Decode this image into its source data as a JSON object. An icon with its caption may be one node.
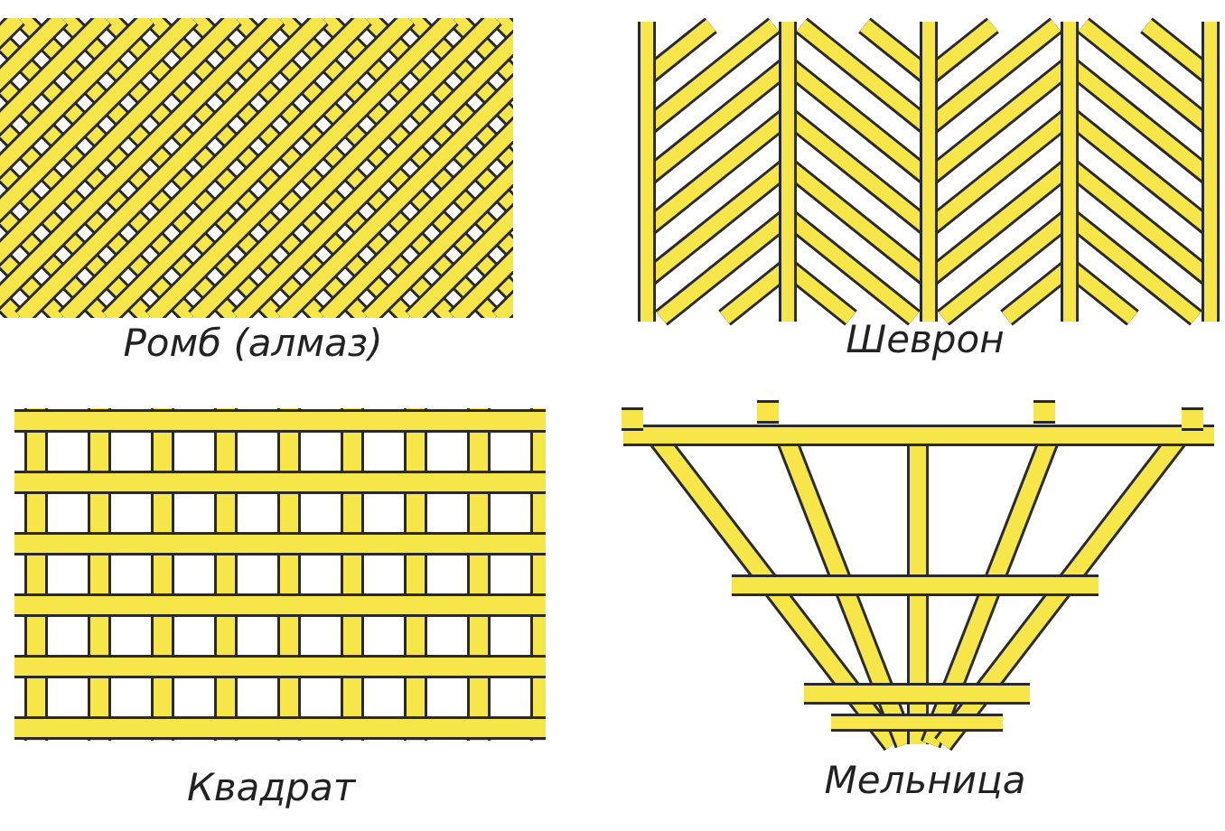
{
  "diagram": {
    "labels": [
      "Ромб (алмаз)",
      "Шеврон",
      "Квадрат",
      "Мельница"
    ]
  }
}
